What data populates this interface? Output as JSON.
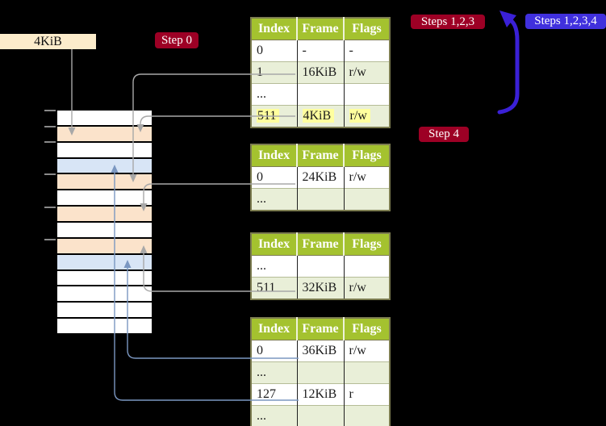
{
  "diagram": {
    "size_label": "4KiB",
    "badges": [
      {
        "id": "step0",
        "label": "Step 0",
        "color": "#9d0025"
      },
      {
        "id": "steps123",
        "label": "Steps 1,2,3",
        "color": "#9d0025"
      },
      {
        "id": "steps1234",
        "label": "Steps 1,2,3,4",
        "color": "#4030dd"
      },
      {
        "id": "step4",
        "label": "Step 4",
        "color": "#9d0025"
      }
    ]
  },
  "tables": [
    {
      "name": "page-table-step0",
      "headers": [
        "Index",
        "Frame",
        "Flags"
      ],
      "rows": [
        {
          "cells": [
            "0",
            "-",
            "-"
          ],
          "shaded": false,
          "highlighted": false
        },
        {
          "cells": [
            "1",
            "16KiB",
            "r/w"
          ],
          "shaded": true,
          "highlighted": false
        },
        {
          "cells": [
            "...",
            "",
            ""
          ],
          "shaded": false,
          "highlighted": false
        },
        {
          "cells": [
            "511",
            "4KiB",
            "r/w"
          ],
          "shaded": true,
          "highlighted": true
        }
      ]
    },
    {
      "name": "page-table-16kib",
      "headers": [
        "Index",
        "Frame",
        "Flags"
      ],
      "rows": [
        {
          "cells": [
            "0",
            "24KiB",
            "r/w"
          ],
          "shaded": false,
          "highlighted": false
        },
        {
          "cells": [
            "...",
            "",
            ""
          ],
          "shaded": true,
          "highlighted": false
        }
      ]
    },
    {
      "name": "page-table-24kib",
      "headers": [
        "Index",
        "Frame",
        "Flags"
      ],
      "rows": [
        {
          "cells": [
            "...",
            "",
            ""
          ],
          "shaded": false,
          "highlighted": false
        },
        {
          "cells": [
            "511",
            "32KiB",
            "r/w"
          ],
          "shaded": true,
          "highlighted": false
        }
      ]
    },
    {
      "name": "page-table-32kib",
      "headers": [
        "Index",
        "Frame",
        "Flags"
      ],
      "rows": [
        {
          "cells": [
            "0",
            "36KiB",
            "r/w"
          ],
          "shaded": false,
          "highlighted": false
        },
        {
          "cells": [
            "...",
            "",
            ""
          ],
          "shaded": true,
          "highlighted": false
        },
        {
          "cells": [
            "127",
            "12KiB",
            "r"
          ],
          "shaded": false,
          "highlighted": false
        },
        {
          "cells": [
            "...",
            "",
            ""
          ],
          "shaded": true,
          "highlighted": false
        }
      ]
    }
  ],
  "memory_column": {
    "rows": [
      {
        "color": "white"
      },
      {
        "color": "peach"
      },
      {
        "color": "white"
      },
      {
        "color": "blue"
      },
      {
        "color": "peach"
      },
      {
        "color": "white"
      },
      {
        "color": "peach"
      },
      {
        "color": "white"
      },
      {
        "color": "peach"
      },
      {
        "color": "blue"
      },
      {
        "color": "white"
      },
      {
        "color": "white"
      },
      {
        "color": "white"
      },
      {
        "color": "white"
      }
    ],
    "tick_ys": [
      137,
      157,
      176,
      216,
      257,
      297
    ]
  },
  "colors": {
    "background": "#000000",
    "badge_red": "#9d0025",
    "badge_blue": "#4030dd",
    "arrow_blue": "#3a20d6",
    "connector_gray": "#a8a8a8",
    "connector_steelblue": "#7b97c1",
    "table_header_green": "#a4c22f",
    "table_row_shade": "#e9efd8",
    "highlight_yellow": "#ffff9e",
    "mem_white": "#ffffff",
    "mem_peach": "#fbe3cb",
    "mem_blue": "#d8e5f6",
    "label_cream": "#fceccb"
  }
}
